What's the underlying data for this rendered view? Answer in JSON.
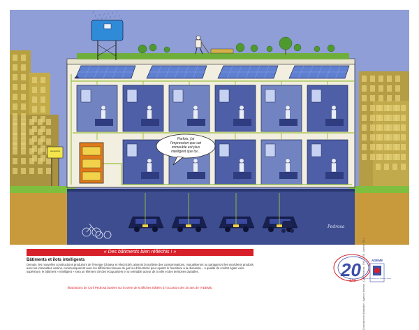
{
  "speech_bubble": {
    "lines": [
      "Parfois, j'ai",
      "l'impression que cet",
      "immeuble est plus",
      "intelligent que toi..."
    ]
  },
  "signs": {
    "compost": "compost bio",
    "tank": "eau"
  },
  "illustrator_signature": "Pedrosa",
  "info": {
    "banner": "« Des bâtiments bien réfléchis ! »",
    "section_title": "Bâtiments et îlots intelligents",
    "body": "Demain, les nouvelles constructions produiront de l'énergie (chaleur et électricité), atteront la maîtrise des consommations, mutualiseront ou partageront les excédents produits avec les immeubles voisins, communiqueront avec les différents réseaux de gaz ou d'électricité pour ajuster le fourniture à la demande... A qualité de confort égale voire supérieure, le bâtiment « intelligent » sera un élément clé des écoquartiers et un véritable acteur de la ville et des territoires durables.",
    "credit": "Illustrations de Cyril Pedrosa basées sur la série de 6 affiches éditées à l'occasion des 20 ans de l'ADEME.",
    "vertical_credit": "Conception et illustration : Agence Nevskis - Cyril Pedrosa - Réf. 7738 - Janvier 2012"
  },
  "badge": {
    "number": "20",
    "word": "ans",
    "org": "ADEME",
    "subtitle": "Agence de l'Environnement et de la Maîtrise de l'Energie"
  },
  "colors": {
    "sky": "#8f9ed6",
    "facade": "#f2eee0",
    "room": "#4e5fa8",
    "room_light": "#7283c2",
    "garage": "#3d4d8f",
    "ground": "#c99a3c",
    "lawn": "#7fbf3f",
    "pipe": "#9ac23c",
    "accent_red": "#d8202a",
    "panel": "#5f7fd0",
    "tank": "#2f8ad8",
    "storage": "#e07a1a"
  }
}
